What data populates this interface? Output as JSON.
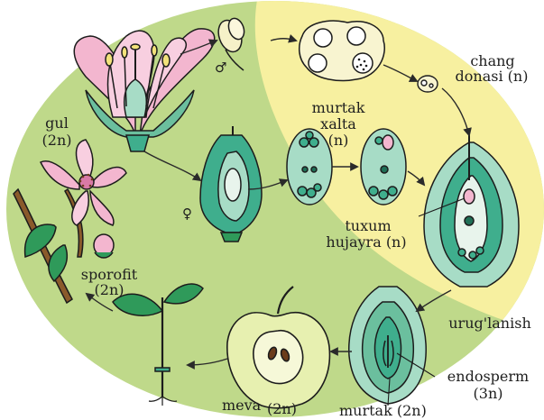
{
  "labels": {
    "gul": "gul",
    "gul_ploidy": "(2n)",
    "chang1": "chang",
    "chang2": "donasi (n)",
    "murtak1": "murtak",
    "murtak2": "xalta",
    "murtak3": "(n)",
    "tuxum1": "tuxum",
    "tuxum2": "hujayra (n)",
    "sporofit1": "sporofit",
    "sporofit2": "(2n)",
    "uruglanish": "urug'lanish",
    "endosperm1": "endosperm",
    "endosperm2": "(3n)",
    "meva": "meva",
    "meva_ploidy": "(2n)",
    "murtak_bottom": "murtak (2n)"
  },
  "symbols": {
    "male": "♂",
    "female": "♀"
  },
  "colors": {
    "green_bg": "#bfd98a",
    "yellow_bg": "#f7f0a0",
    "teal": "#3fae8d",
    "teal_light": "#a7dcc6",
    "pink": "#f3b6cf",
    "pink_dark": "#d97aa6",
    "outline": "#1c1c1c",
    "leaf": "#2f9a5a",
    "apple": "#e7f0b0",
    "stem_brown": "#8a5a2b",
    "arrow": "#2a2a2a"
  }
}
